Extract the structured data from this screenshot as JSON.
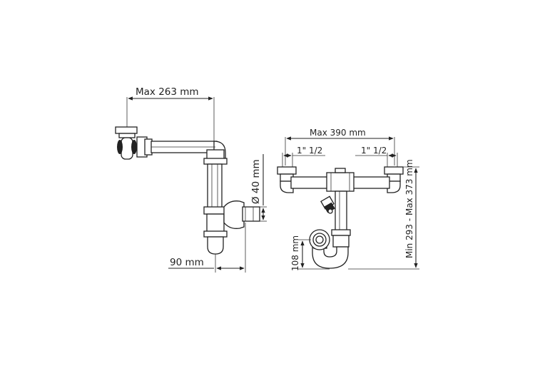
{
  "dimensions": {
    "side_view": {
      "max_width": "Max 263 mm",
      "diameter": "Ø 40 mm",
      "offset": "90 mm"
    },
    "front_view": {
      "max_width": "Max 390 mm",
      "inlet_left": "1\" 1/2",
      "inlet_right": "1\" 1/2",
      "outlet_height": "108 mm",
      "height_range": "Min 293 - Max 373 mm"
    }
  }
}
